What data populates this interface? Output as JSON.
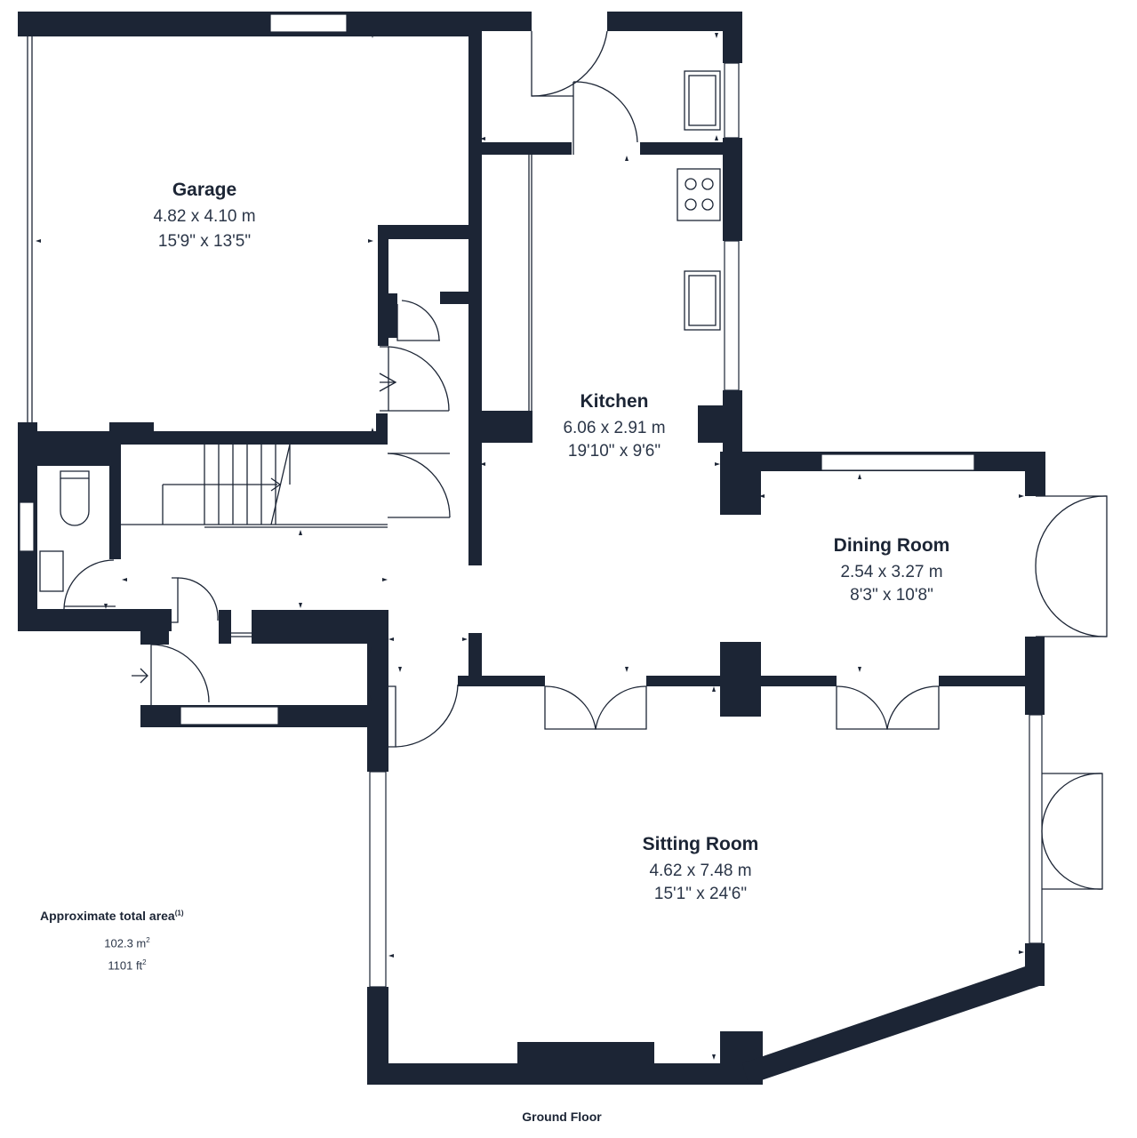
{
  "rooms": {
    "garage": {
      "name": "Garage",
      "metric": "4.82 x 4.10 m",
      "imperial": "15'9\" x 13'5\""
    },
    "kitchen": {
      "name": "Kitchen",
      "metric": "6.06 x 2.91 m",
      "imperial": "19'10\" x 9'6\""
    },
    "dining": {
      "name": "Dining Room",
      "metric": "2.54 x 3.27 m",
      "imperial": "8'3\" x 10'8\""
    },
    "sitting": {
      "name": "Sitting Room",
      "metric": "4.62 x 7.48 m",
      "imperial": "15'1\" x 24'6\""
    }
  },
  "area": {
    "title": "Approximate total area",
    "title_sup": "(1)",
    "metric_value": "102.3 m",
    "metric_sup": "2",
    "imperial_value": "1101 ft",
    "imperial_sup": "2"
  },
  "floor": {
    "label": "Ground Floor"
  },
  "colors": {
    "wall": "#1c2535",
    "background": "#ffffff"
  }
}
